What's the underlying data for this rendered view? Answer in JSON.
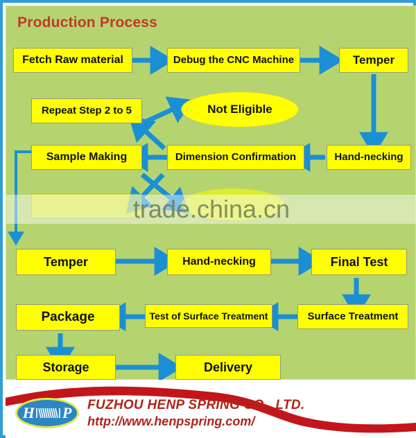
{
  "title": "Production Process",
  "colors": {
    "background": "#b5d46f",
    "node_fill": "#ffff00",
    "arrow": "#1b8fd4",
    "title": "#c0392b",
    "frame": "#2e9fd4",
    "brand_red": "#b02418",
    "logo_blue": "#2c86c4"
  },
  "nodes": {
    "fetch_raw_material": "Fetch Raw material",
    "debug_cnc": "Debug the CNC Machine",
    "temper_top": "Temper",
    "repeat_step": "Repeat Step 2 to 5",
    "not_eligible": "Not Eligible",
    "sample_making": "Sample Making",
    "dimension_confirmation": "Dimension Confirmation",
    "hand_necking_top": "Hand-necking",
    "temper_mid": "Temper",
    "hand_necking_mid": "Hand-necking",
    "final_test": "Final Test",
    "package": "Package",
    "test_surface_treatment": "Test of Surface Treatment",
    "surface_treatment": "Surface Treatment",
    "storage": "Storage",
    "delivery": "Delivery"
  },
  "watermark": "trade.china.cn",
  "footer": {
    "company": "FUZHOU HENP SPRING CO., LTD.",
    "url": "http://www.henpspring.com/",
    "logo_left": "H",
    "logo_right": "P"
  }
}
